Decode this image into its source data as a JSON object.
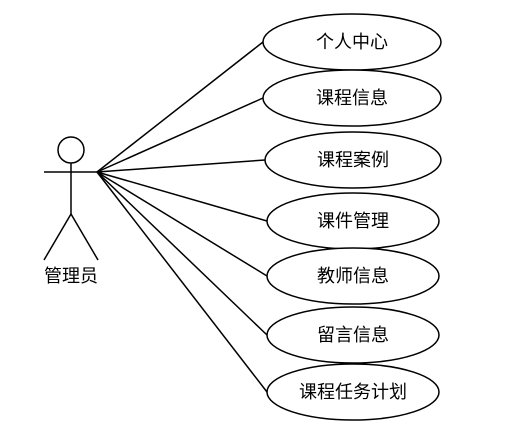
{
  "actor": {
    "label": "管理员"
  },
  "use_cases": [
    {
      "label": "个人中心"
    },
    {
      "label": "课程信息"
    },
    {
      "label": "课程案例"
    },
    {
      "label": "课件管理"
    },
    {
      "label": "教师信息"
    },
    {
      "label": "留言信息"
    },
    {
      "label": "课程任务计划"
    }
  ],
  "colors": {
    "line": "#000000",
    "background": "#ffffff"
  }
}
